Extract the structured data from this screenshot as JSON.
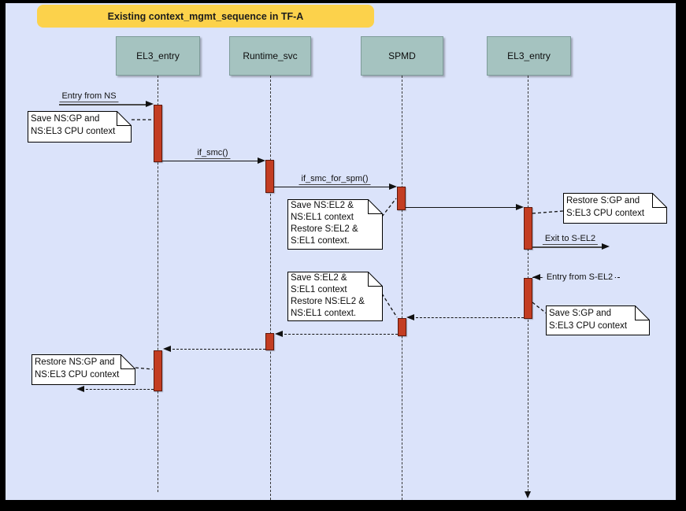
{
  "title": {
    "label": "Existing context_mgmt_sequence in TF-A"
  },
  "colors": {
    "canvas_background": "#dbe3fa",
    "frame_border": "#000000",
    "banner_fill": "#fcd24b",
    "lifeline_head_fill": "#a5c3c0",
    "activation_fill": "#c33d22",
    "activation_border": "#5e180c",
    "note_fill": "#ffffff",
    "line_color": "#111111"
  },
  "lifelines": [
    {
      "label": "EL3_entry"
    },
    {
      "label": "Runtime_svc"
    },
    {
      "label": "SPMD"
    },
    {
      "label": "EL3_entry"
    }
  ],
  "messages": [
    {
      "label": "Entry from NS",
      "style": "solid"
    },
    {
      "label": "if_smc()",
      "style": "solid"
    },
    {
      "label": "if_smc_for_spm()",
      "style": "solid"
    },
    {
      "label": "",
      "style": "solid"
    },
    {
      "label": "Exit to S-EL2",
      "style": "solid"
    },
    {
      "label": "Entry from S-EL2",
      "style": "dashed"
    },
    {
      "label": "",
      "style": "dashed"
    },
    {
      "label": "",
      "style": "dashed"
    },
    {
      "label": "",
      "style": "dashed"
    },
    {
      "label": "",
      "style": "dashed"
    }
  ],
  "notes": [
    {
      "text": "Save NS:GP and\nNS:EL3 CPU context"
    },
    {
      "text": "Save NS:EL2 &\nNS:EL1 context\nRestore S:EL2 &\nS:EL1 context."
    },
    {
      "text": "Restore S:GP and\nS:EL3 CPU context"
    },
    {
      "text": "Save S:EL2 &\nS:EL1 context\nRestore NS:EL2 &\nNS:EL1 context."
    },
    {
      "text": "Save S:GP and\nS:EL3 CPU context"
    },
    {
      "text": "Restore NS:GP and\nNS:EL3 CPU context"
    }
  ]
}
